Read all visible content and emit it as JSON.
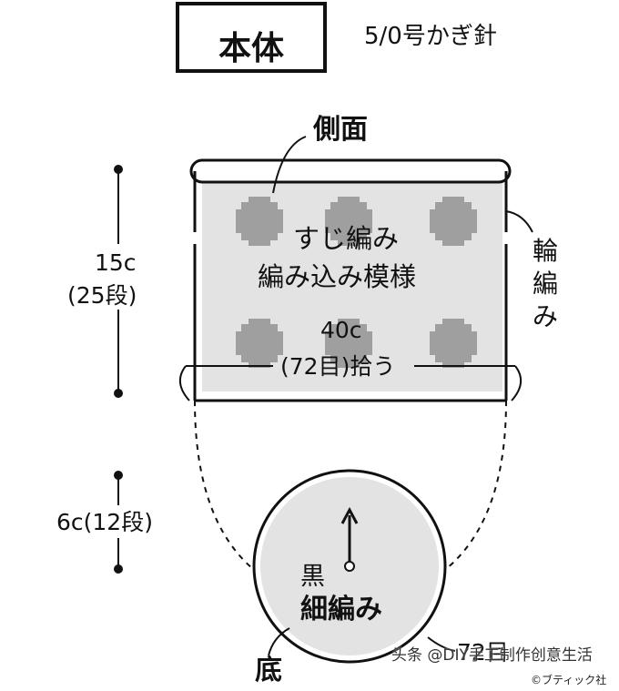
{
  "header": {
    "title": "本体",
    "hook": "5/0号かぎ針"
  },
  "body_panel": {
    "side_label": "側面",
    "pattern_line1": "すじ編み",
    "pattern_line2": "編み込み模様",
    "width_value": "40c",
    "pick_up": "(72目)拾う",
    "round_knit": [
      "輪",
      "編",
      "み"
    ]
  },
  "dimensions": {
    "height_main": "15c",
    "height_main_rows": "(25段)",
    "height_base": "6c(12段)"
  },
  "base": {
    "color_label": "黒",
    "stitch_label": "細編み",
    "stitch_count": "72目",
    "bottom_label": "底"
  },
  "footer": {
    "watermark": "头条 @DIY手工制作创意生活",
    "copyright": "©ブティック社"
  },
  "colors": {
    "line": "#111111",
    "panel_fill": "#e3e3e3",
    "dot_fill": "#9f9f9f",
    "white": "#ffffff"
  }
}
